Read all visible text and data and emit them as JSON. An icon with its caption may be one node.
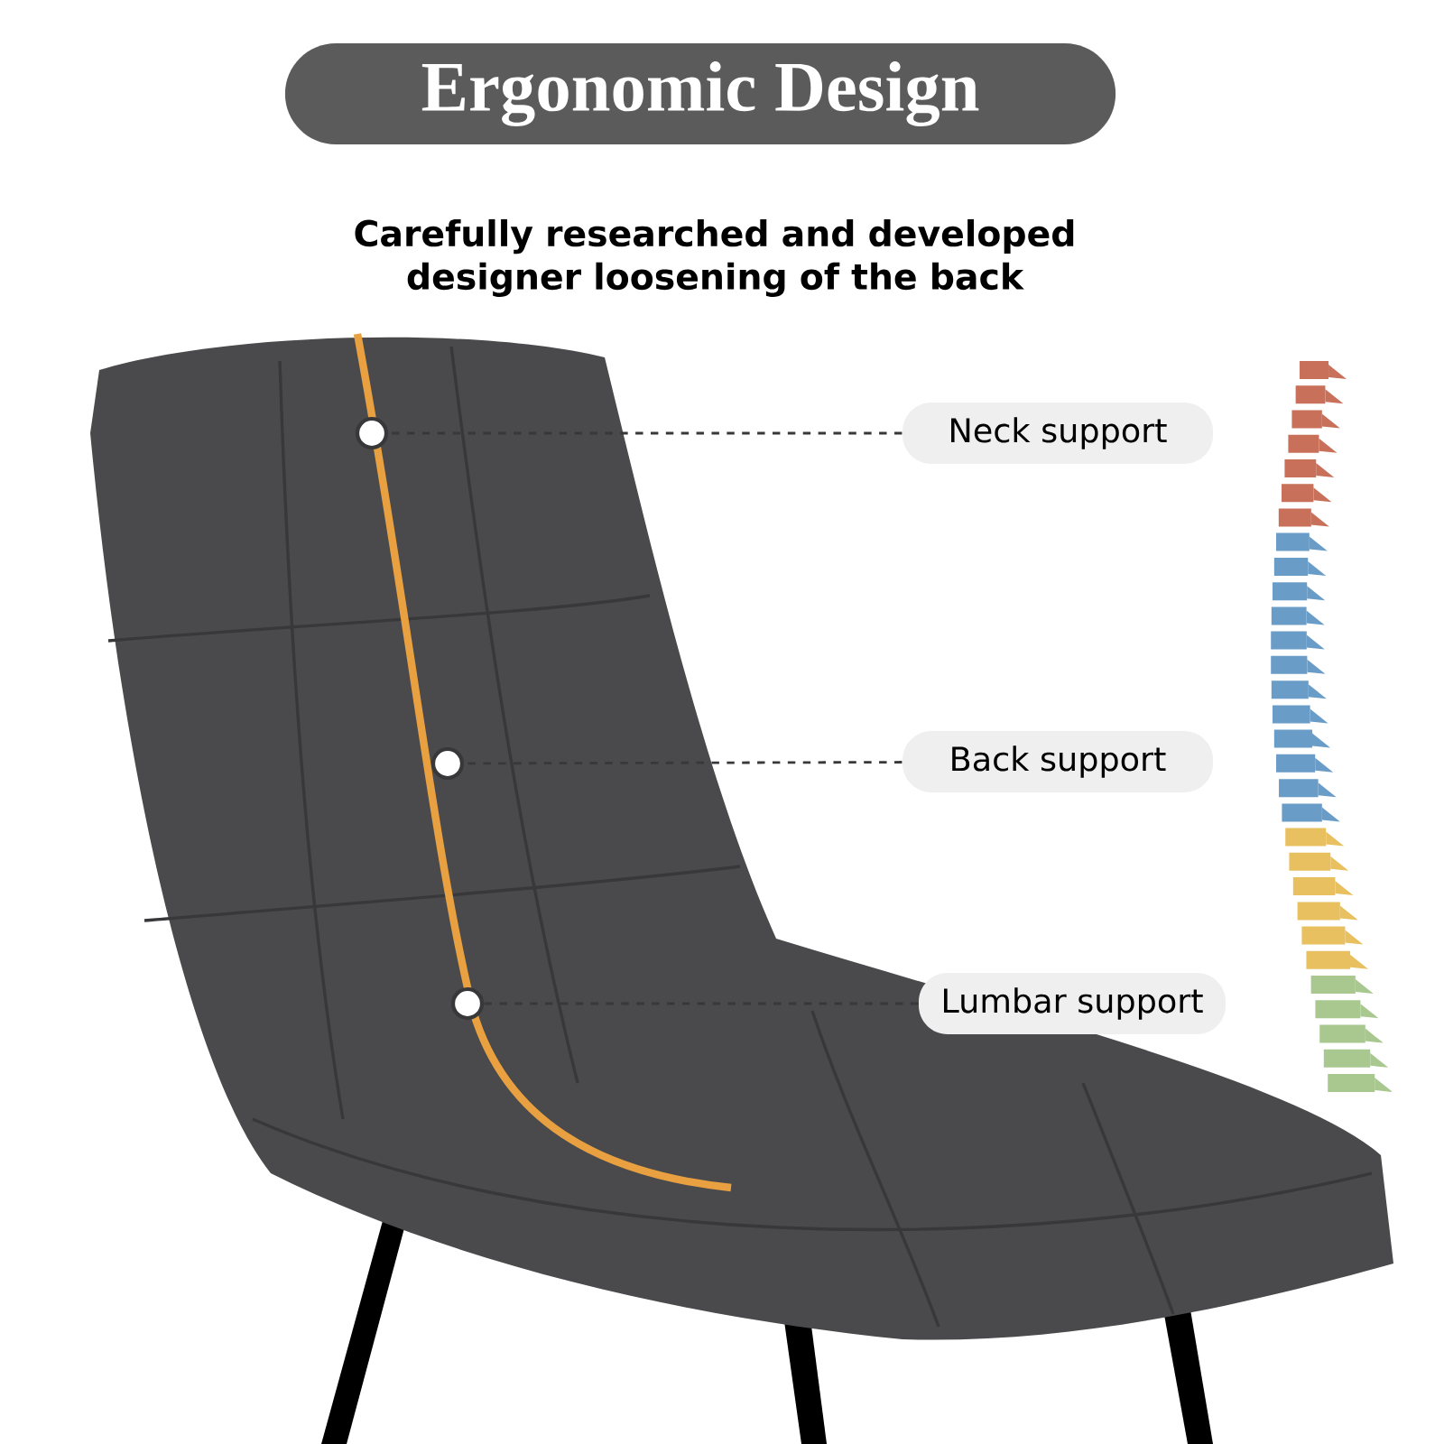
{
  "diagram": {
    "title": "Ergonomic Design",
    "nodes": [
      {
        "text": [
          "Neck support"
        ]
      },
      {
        "text": [],
        "shape": "circle"
      },
      {
        "text": [
          "Back support"
        ]
      },
      {
        "text": [],
        "shape": "circle"
      },
      {
        "text": [
          "Lumbar support"
        ]
      },
      {
        "text": [],
        "shape": "circle"
      }
    ],
    "edges": [
      {
        "from": 0,
        "to": 1,
        "arrow": "none",
        "style": "dashed"
      },
      {
        "from": 2,
        "to": 3,
        "arrow": "none",
        "style": "dashed"
      },
      {
        "from": 4,
        "to": 5,
        "arrow": "none",
        "style": "dashed"
      }
    ],
    "labels": [
      "Carefully researched and developed designer loosening of the back"
    ]
  }
}
